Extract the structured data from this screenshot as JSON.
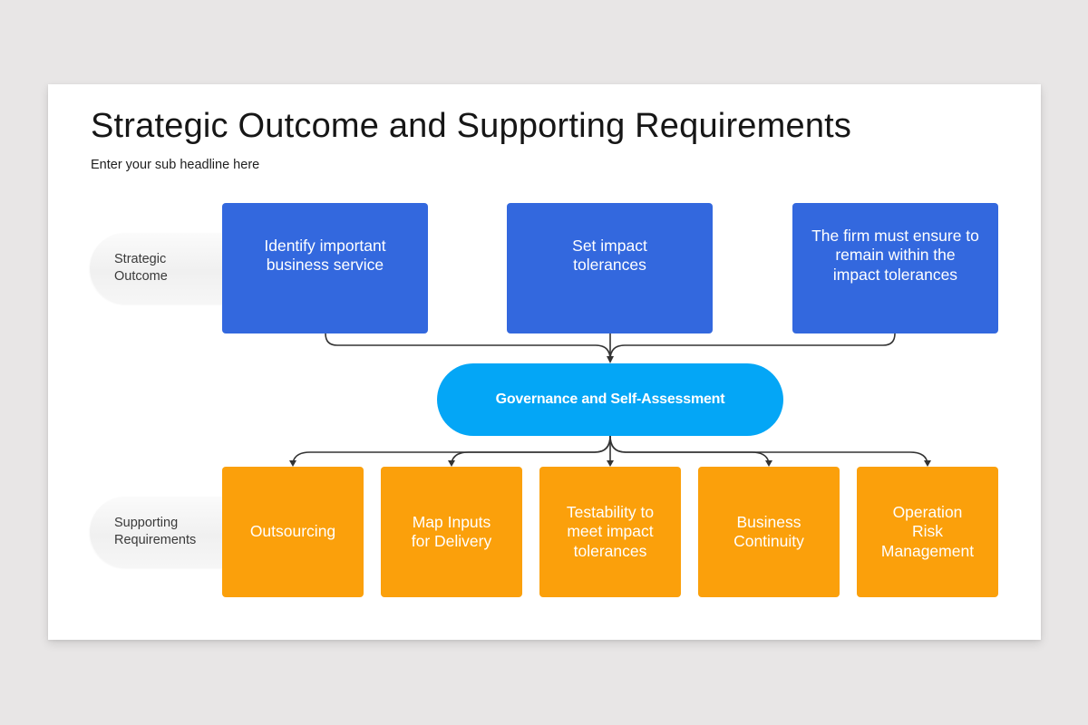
{
  "header": {
    "title": "Strategic Outcome and Supporting Requirements",
    "subtitle": "Enter your sub headline here"
  },
  "rows": {
    "strategic": {
      "label": "Strategic\nOutcome",
      "boxes": [
        "Identify important\nbusiness service",
        "Set impact\ntolerances",
        "The firm must ensure to\nremain within the\nimpact tolerances"
      ]
    },
    "hub": {
      "label": "Governance and Self-Assessment"
    },
    "supporting": {
      "label": "Supporting\nRequirements",
      "boxes": [
        "Outsourcing",
        "Map Inputs\nfor Delivery",
        "Testability to\nmeet impact\ntolerances",
        "Business\nContinuity",
        "Operation\nRisk\nManagement"
      ]
    }
  },
  "colors": {
    "strategic_box": "#3368de",
    "hub": "#04a6f6",
    "supporting_box": "#fba00b",
    "connector": "#333333"
  }
}
